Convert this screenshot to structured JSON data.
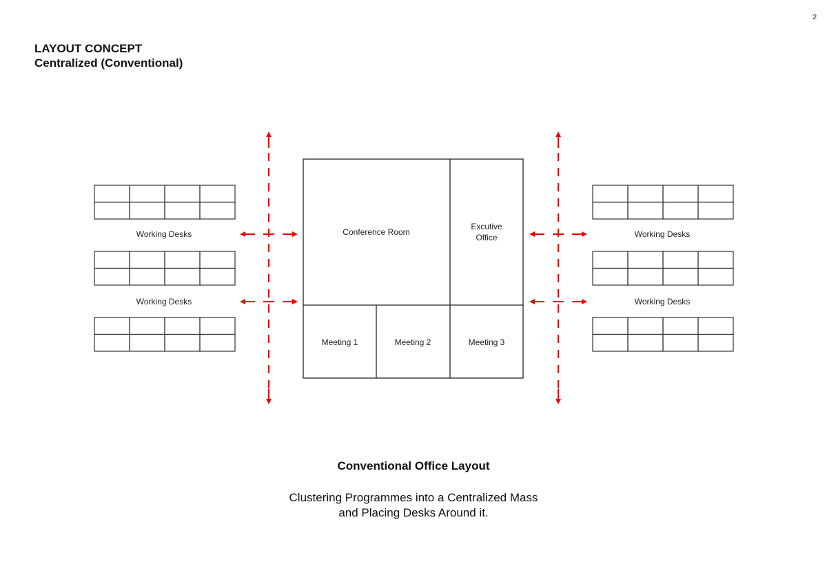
{
  "page_number": "2",
  "header": {
    "title": "LAYOUT CONCEPT",
    "subtitle": "Centralized (Conventional)"
  },
  "diagram": {
    "rooms": {
      "conference": "Conference Room",
      "executive_line1": "Excutive",
      "executive_line2": "Office",
      "meeting1": "Meeting 1",
      "meeting2": "Meeting 2",
      "meeting3": "Meeting 3"
    },
    "desk_labels": {
      "left_top": "Working Desks",
      "left_bottom": "Working Desks",
      "right_top": "Working Desks",
      "right_bottom": "Working Desks"
    },
    "arrow_color": "#e8000b"
  },
  "caption": {
    "heading": "Conventional Office Layout",
    "line1": "Clustering Programmes into a Centralized Mass",
    "line2": "and Placing Desks Around it."
  }
}
